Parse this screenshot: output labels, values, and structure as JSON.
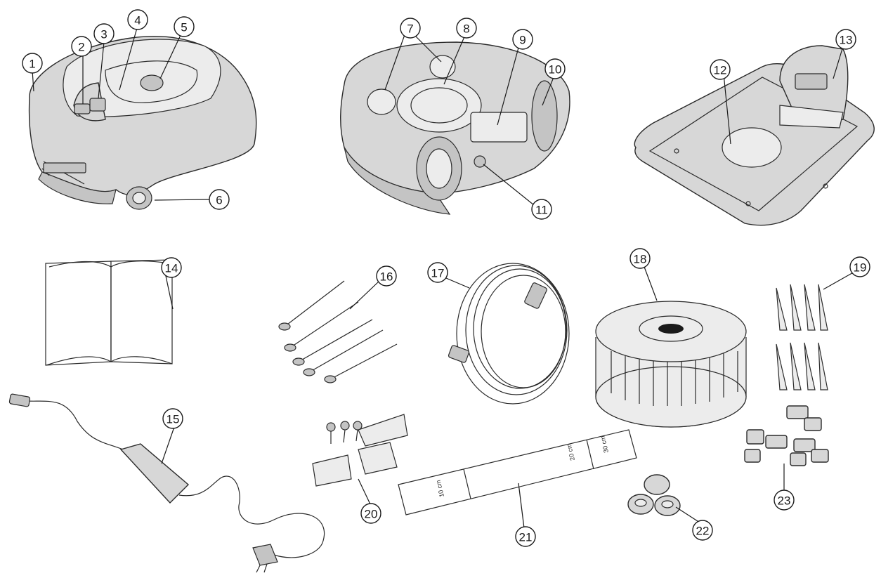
{
  "callouts": [
    {
      "label": "1"
    },
    {
      "label": "2"
    },
    {
      "label": "3"
    },
    {
      "label": "4"
    },
    {
      "label": "5"
    },
    {
      "label": "6"
    },
    {
      "label": "7"
    },
    {
      "label": "8"
    },
    {
      "label": "9"
    },
    {
      "label": "10"
    },
    {
      "label": "11"
    },
    {
      "label": "12"
    },
    {
      "label": "13"
    },
    {
      "label": "14"
    },
    {
      "label": "15"
    },
    {
      "label": "16"
    },
    {
      "label": "17"
    },
    {
      "label": "18"
    },
    {
      "label": "19"
    },
    {
      "label": "20"
    },
    {
      "label": "21"
    },
    {
      "label": "22"
    },
    {
      "label": "23"
    }
  ],
  "ruler": {
    "marks": [
      "10 cm",
      "20 cm",
      "30 cm"
    ]
  }
}
